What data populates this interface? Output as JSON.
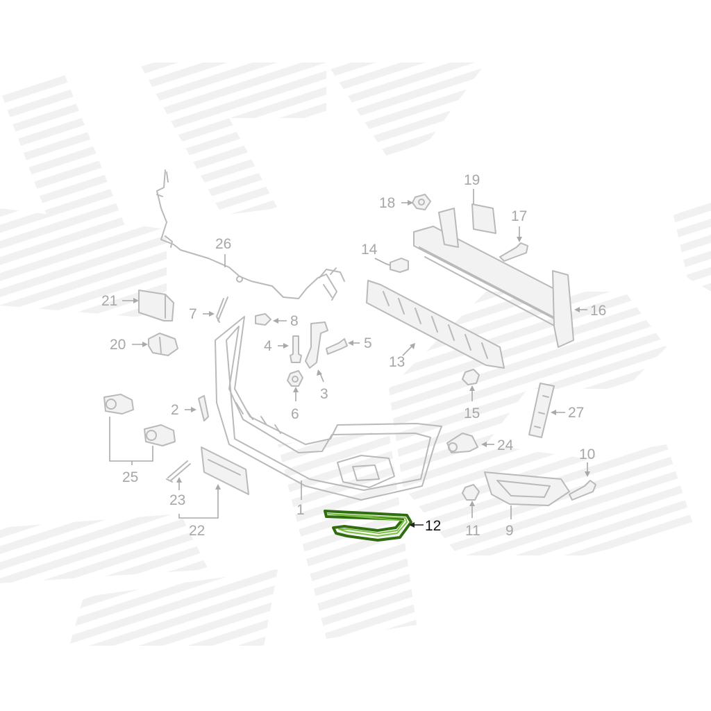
{
  "diagram": {
    "highlight_color": "#6cb33f",
    "callouts": [
      {
        "id": "1",
        "label": "1"
      },
      {
        "id": "2",
        "label": "2"
      },
      {
        "id": "3",
        "label": "3"
      },
      {
        "id": "4",
        "label": "4"
      },
      {
        "id": "5",
        "label": "5"
      },
      {
        "id": "6",
        "label": "6"
      },
      {
        "id": "7",
        "label": "7"
      },
      {
        "id": "8",
        "label": "8"
      },
      {
        "id": "9",
        "label": "9"
      },
      {
        "id": "10",
        "label": "10"
      },
      {
        "id": "11",
        "label": "11"
      },
      {
        "id": "12",
        "label": "12",
        "highlighted": true
      },
      {
        "id": "13",
        "label": "13"
      },
      {
        "id": "14",
        "label": "14"
      },
      {
        "id": "15",
        "label": "15"
      },
      {
        "id": "16",
        "label": "16"
      },
      {
        "id": "17",
        "label": "17"
      },
      {
        "id": "18",
        "label": "18"
      },
      {
        "id": "19",
        "label": "19"
      },
      {
        "id": "20",
        "label": "20"
      },
      {
        "id": "21",
        "label": "21"
      },
      {
        "id": "22",
        "label": "22"
      },
      {
        "id": "23",
        "label": "23"
      },
      {
        "id": "24",
        "label": "24"
      },
      {
        "id": "25",
        "label": "25"
      },
      {
        "id": "26",
        "label": "26"
      },
      {
        "id": "27",
        "label": "27"
      }
    ]
  }
}
